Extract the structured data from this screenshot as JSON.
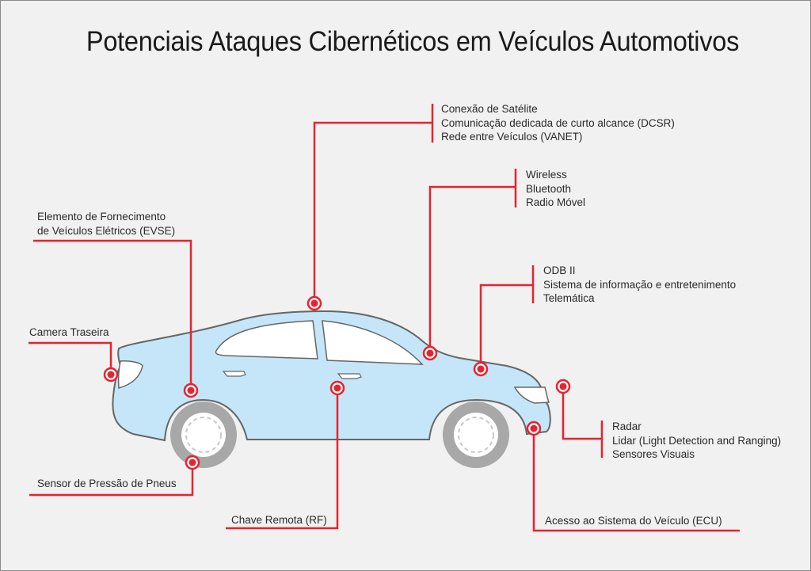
{
  "title": "Potenciais Ataques Cibernéticos em Veículos Automotivos",
  "colors": {
    "background": "#f1f1f1",
    "accent_red": "#e8222e",
    "car_body": "#c4e6f8",
    "car_outline": "#666666",
    "tire": "#a8a8a8",
    "window": "#ffffff"
  },
  "attack_points": [
    {
      "id": "satellite",
      "lines": [
        "Conexão de Satélite",
        "Comunicação dedicada de curto alcance (DCSR)",
        "Rede entre Veículos  (VANET)"
      ]
    },
    {
      "id": "wireless",
      "lines": [
        "Wireless",
        "Bluetooth",
        "Radio Móvel"
      ]
    },
    {
      "id": "obd",
      "lines": [
        "ODB II",
        "Sistema de informação e entretenimento",
        "Telemática"
      ]
    },
    {
      "id": "evse",
      "lines": [
        "Elemento de Fornecimento",
        "de Veículos Elétricos (EVSE)"
      ]
    },
    {
      "id": "rear-camera",
      "lines": [
        "Camera Traseira"
      ]
    },
    {
      "id": "tire-pressure",
      "lines": [
        "Sensor de Pressão de Pneus"
      ]
    },
    {
      "id": "remote-key",
      "lines": [
        "Chave Remota (RF)"
      ]
    },
    {
      "id": "ecu",
      "lines": [
        "Acesso ao Sistema do Veículo (ECU)"
      ]
    },
    {
      "id": "radar",
      "lines": [
        "Radar",
        "Lidar (Light Detection and Ranging)",
        "Sensores Visuais"
      ]
    }
  ]
}
